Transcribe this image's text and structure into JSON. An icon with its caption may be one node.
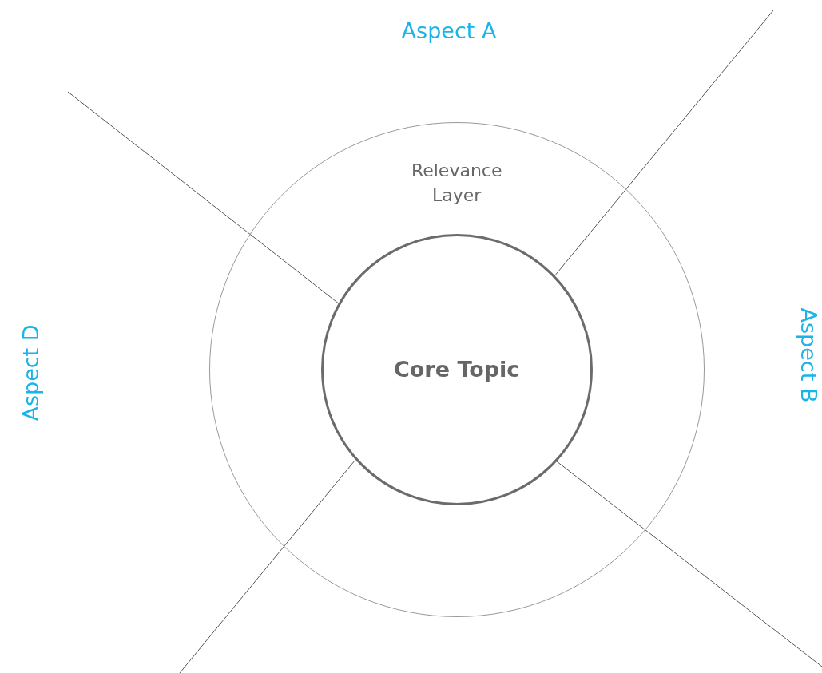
{
  "diagram": {
    "nodes": [
      {
        "text": [
          "Relevance Layer"
        ]
      },
      {
        "text": [
          "Core Topic"
        ],
        "in": 0
      }
    ],
    "labels": [
      "Aspect A",
      "Aspect D",
      "Aspect B"
    ]
  }
}
